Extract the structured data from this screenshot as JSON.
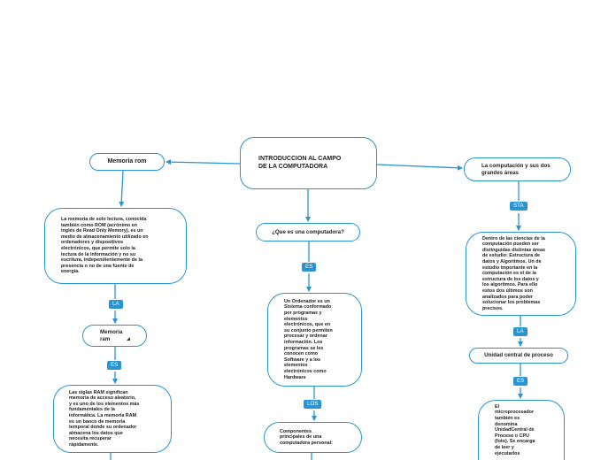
{
  "central": {
    "title": "INTRODUCCION AL CAMPO\nDE LA COMPUTADORA"
  },
  "nodes": {
    "memoria_rom": "Memoria rom",
    "rom_def": "La memoria de solo lectura, conocida\ntambién como ROM (acrónimo en\ninglés de Read Only Memory), es un\nmedio de almacenamiento utilizado en\nordenadores y dispositivos\nelectrónicos, que permite solo la\nlectura de la información y no su\nescritura, independientemente de la\npresencia o no de una fuente de\nenergía.",
    "memoria_ram": "Memoria\nram",
    "ram_def": "Las siglas RAM significan\nmemoria de acceso aleatorio,\ny es uno de los elementos más\nfundamentales de la\ninformática. La memoria RAM\nes un banco de memoria\ntemporal donde su ordenador\nalmacena los datos que\nnecesita recuperar\nrápidamente.",
    "que_es": "¿Que es una computadora?",
    "ordenador": "Un Ordenador es un\nSistema conformado\npor programas y\nelementos\nelectrónicos, que en\nsu conjunto permiten\nprocesar y ordenar\ninformación. Los\nprogramas se les\nconocen como\nSoftware y a los\nelementos\nelectrónicos como\nHardware",
    "componentes": "Componentes\nprincipales de una\ncomputadora personal:",
    "dos_areas": "La computación y sus dos\ngrandes áreas",
    "ciencias": "Dentro de las ciencias de la\ncomputación pueden ser\ndistinguidas distintas áreas\nde estudio: Estructura de\ndatos y Algoritmos. Un de\nestudio importante en la\ncomputación es el de la\nestructura de los datos y\nlos algoritmos. Para ello\nestos dos últimos son\nanalizados para poder\nsolucionar los problemas\nprecisos.",
    "unidad_central": "Unidad central de proceso",
    "microprocesador": "El\nmicroprocesador\ntambién es\ndenomina\nUnidadCentral de\nProceso o CPU\n(foto). Se encarga\nde leer y\nejecutarlos"
  },
  "tags": {
    "la_1": "LA",
    "es_1": "ES",
    "es_2": "ES",
    "los": "LOS",
    "sta": "STA",
    "la_2": "LA",
    "es_3": "ES"
  },
  "colors": {
    "accent": "#2a94d3",
    "node_border": "#2a94d3",
    "tag_bg": "#2a94d3",
    "tag_text": "#ffffff",
    "text": "#222222"
  }
}
